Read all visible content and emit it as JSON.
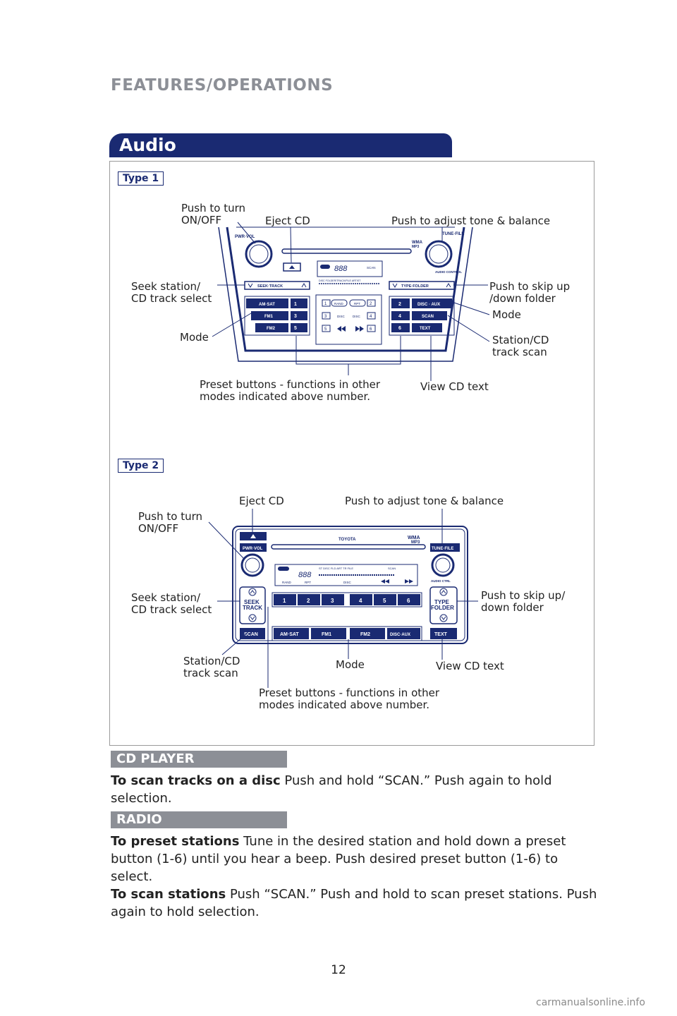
{
  "header": "FEATURES/OPERATIONS",
  "section_title": "Audio",
  "type1": {
    "badge": "Type 1",
    "labels": {
      "power": "Push to turn\nON/OFF",
      "eject": "Eject CD",
      "tone": "Push to adjust tone & balance",
      "seek": "Seek station/\nCD track select",
      "skip": "Push to skip up\n/down folder",
      "mode_right": "Mode",
      "mode_left": "Mode",
      "scan": "Station/CD\ntrack scan",
      "preset": "Preset buttons - functions in other\nmodes indicated above number.",
      "text": "View CD text"
    },
    "unit": {
      "pwr_vol": "PWR·VOL",
      "tune_file": "TUNE·FILE",
      "wma": "WMA",
      "mp3": "MP3",
      "audio_control": "AUDIO CONTROL",
      "seek_track": "SEEK·TRACK",
      "type_folder": "TYPE·FOLDER",
      "am_sat": "AM·SAT",
      "fm1": "FM1",
      "fm2": "FM2",
      "disc_aux": "DISC · AUX",
      "scan": "SCAN",
      "text": "TEXT",
      "display_num": "888",
      "display_scan": "SCAN",
      "display_header": "DISC  FOLDER/TRACK/FILE        ARTIST",
      "rand": "RAND",
      "rpt": "RPT",
      "disc": "DISC",
      "left_presets": [
        "1",
        "3",
        "5"
      ],
      "right_presets": [
        "2",
        "4",
        "6"
      ],
      "center_numbers": [
        "1",
        "2",
        "3",
        "4",
        "5",
        "6"
      ]
    }
  },
  "type2": {
    "badge": "Type 2",
    "labels": {
      "eject": "Eject CD",
      "tone": "Push to adjust tone & balance",
      "power": "Push to turn\nON/OFF",
      "seek": "Seek station/\nCD track select",
      "skip": "Push to skip up/\ndown folder",
      "scan": "Station/CD\ntrack scan",
      "mode": "Mode",
      "text": "View CD text",
      "preset": "Preset buttons - functions in other\nmodes indicated above number."
    },
    "unit": {
      "toyota": "TOYOTA",
      "wma": "WMA",
      "mp3": "MP3",
      "pwr_vol": "PWR·VOL",
      "tune_file": "TUNE·FILE",
      "seek": "SEEK",
      "track": "TRACK",
      "type": "TYPE",
      "folder": "FOLDER",
      "scan": "SCAN",
      "am_sat": "AM·SAT",
      "fm1": "FM1",
      "fm2": "FM2",
      "disc_aux": "DISC·AUX",
      "text": "TEXT",
      "audio_ctrl": "AUDIO CTRL",
      "display_num": "888",
      "display_header": "ST   DISC    FLD  ART  TR   FILE",
      "display_scan": "SCAN",
      "rand": "RAND",
      "rpt": "RPT",
      "disc": "DISC",
      "presets": [
        "1",
        "2",
        "3",
        "4",
        "5",
        "6"
      ]
    }
  },
  "cd_player": {
    "title": "CD PLAYER",
    "lead": "To scan tracks on a disc",
    "text": " Push and hold “SCAN.” Push again to hold selection."
  },
  "radio": {
    "title": "RADIO",
    "preset_lead": "To preset stations",
    "preset_text": " Tune in the desired station and hold down a preset button (1-6) until you hear a beep. Push desired preset button (1-6) to select.",
    "scan_lead": "To scan stations",
    "scan_text": " Push “SCAN.” Push and hold to scan preset stations. Push again to hold selection."
  },
  "page_number": "12",
  "watermark": "carmanualsonline.info",
  "colors": {
    "navy": "#1a2a72",
    "gray_header": "#8c8f96"
  }
}
